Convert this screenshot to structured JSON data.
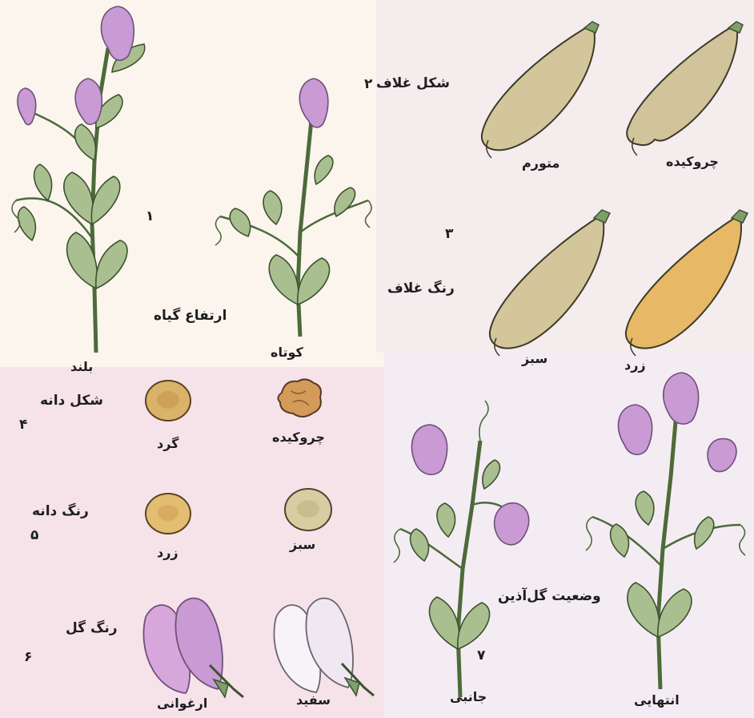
{
  "colors": {
    "background_light": "#fbf5ee",
    "background_pink": "#f6e3ea",
    "background_lavender": "#f4ecf3",
    "flower_purple": "#c99ad3",
    "flower_outline": "#6f4f7a",
    "leaf_green": "#a9bf90",
    "leaf_outline": "#3d5230",
    "pod_tan": "#d3c69a",
    "pod_yellow": "#e7b865",
    "seed_tan": "#d9b36a",
    "seed_light": "#d8cca2",
    "petal_white": "#f7f3f8"
  },
  "plant_height": {
    "number": "۱",
    "title": "ارتفاع گیاه",
    "tall_label": "بلند",
    "short_label": "کوتاه"
  },
  "pod_shape": {
    "number": "۲",
    "title": "شکل غلاف",
    "inflated_label": "متورم",
    "wrinkled_label": "چروکیده"
  },
  "pod_color": {
    "number": "۳",
    "title": "رنگ غلاف",
    "green_label": "سبز",
    "yellow_label": "زرد"
  },
  "seed_shape": {
    "number": "۴",
    "title": "شکل دانه",
    "round_label": "گرد",
    "wrinkled_label": "چروکیده"
  },
  "seed_color": {
    "number": "۵",
    "title": "رنگ دانه",
    "yellow_label": "زرد",
    "green_label": "سبز"
  },
  "flower_color": {
    "number": "۶",
    "title": "رنگ گل",
    "purple_label": "ارغوانی",
    "white_label": "سفید"
  },
  "flower_position": {
    "number": "۷",
    "title": "وضعیت گل‌آذین",
    "axial_label": "جانبی",
    "terminal_label": "انتهایی"
  }
}
